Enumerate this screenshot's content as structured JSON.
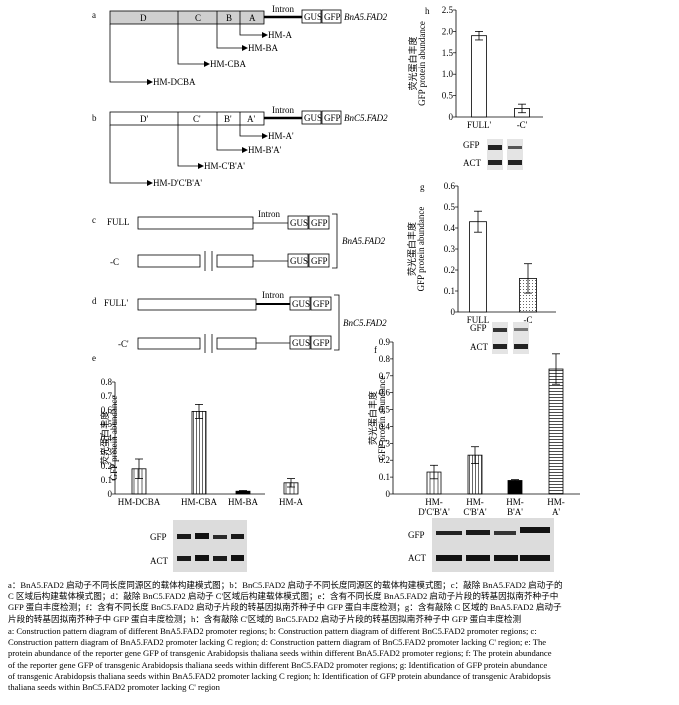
{
  "panel_letters": {
    "a": "a",
    "b": "b",
    "c": "c",
    "d": "d",
    "e": "e",
    "f": "f",
    "g": "g",
    "h": "h"
  },
  "panel_a": {
    "regions": [
      "D",
      "C",
      "B",
      "A"
    ],
    "intron": "Intron",
    "gus": "GUS",
    "gfp": "GFP",
    "promoter": "BnA5.FAD2",
    "constructs": [
      "HM-A",
      "HM-BA",
      "HM-CBA",
      "HM-DCBA"
    ]
  },
  "panel_b": {
    "regions": [
      "D'",
      "C'",
      "B'",
      "A'"
    ],
    "intron": "Intron",
    "gus": "GUS",
    "gfp": "GFP",
    "promoter": "BnC5.FAD2",
    "constructs": [
      "HM-A'",
      "HM-B'A'",
      "HM-C'B'A'",
      "HM-D'C'B'A'"
    ]
  },
  "panel_c": {
    "full": "FULL",
    "minus": "-C",
    "intron": "Intron",
    "gus": "GUS",
    "gfp": "GFP",
    "promoter": "BnA5.FAD2"
  },
  "panel_d": {
    "full": "FULL'",
    "minus": "-C'",
    "intron": "Intron",
    "gus": "GUS",
    "gfp": "GFP",
    "promoter": "BnC5.FAD2"
  },
  "ylabel_cn": "荧光蛋白丰度",
  "ylabel_en": "GFP protein abundance",
  "blot": {
    "gfp": "GFP",
    "act": "ACT"
  },
  "chart_data": [
    {
      "panel": "e",
      "type": "bar",
      "categories": [
        "HM-DCBA",
        "HM-CBA",
        "HM-BA",
        "HM-A"
      ],
      "values": [
        0.18,
        0.59,
        0.02,
        0.08
      ],
      "errors": [
        0.07,
        0.05,
        0.005,
        0.03
      ],
      "ylim": [
        0,
        0.8
      ],
      "yticks": [
        "0",
        "0.1",
        "0.2",
        "0.3",
        "0.4",
        "0.5",
        "0.6",
        "0.7",
        "0.8"
      ],
      "ylabel": "GFP protein abundance"
    },
    {
      "panel": "f",
      "type": "bar",
      "categories": [
        "HM-D'C'B'A'",
        "HM-C'B'A'",
        "HM-B'A'",
        "HM-A'"
      ],
      "values": [
        0.13,
        0.23,
        0.08,
        0.74
      ],
      "errors": [
        0.04,
        0.05,
        0.005,
        0.09
      ],
      "ylim": [
        0,
        0.9
      ],
      "yticks": [
        "0",
        "0.1",
        "0.2",
        "0.3",
        "0.4",
        "0.5",
        "0.6",
        "0.7",
        "0.8",
        "0.9"
      ],
      "ylabel": "GFP protein abundance"
    },
    {
      "panel": "g",
      "type": "bar",
      "categories": [
        "FULL",
        "-C"
      ],
      "values": [
        0.43,
        0.16
      ],
      "errors": [
        0.05,
        0.07
      ],
      "ylim": [
        0,
        0.6
      ],
      "yticks": [
        "0",
        "0.1",
        "0.2",
        "0.3",
        "0.4",
        "0.5",
        "0.6"
      ],
      "ylabel": "GFP protein abundance"
    },
    {
      "panel": "h",
      "type": "bar",
      "categories": [
        "FULL'",
        "-C'"
      ],
      "values": [
        1.9,
        0.2
      ],
      "errors": [
        0.1,
        0.1
      ],
      "ylim": [
        0,
        2.5
      ],
      "yticks": [
        "0",
        "0.5",
        "1.0",
        "1.5",
        "2.0",
        "2.5"
      ],
      "ylabel": "GFP protein abundance"
    }
  ],
  "caption_cn": [
    "a：BnA5.FAD2 启动子不同长度同源区的载体构建模式图；b：BnC5.FAD2 启动子不同长度同源区的载体构建模式图；c：敲除 BnA5.FAD2 启动子的",
    "C 区域后构建载体模式图；d：敲除 BnC5.FAD2 启动子 C'区域后构建载体模式图；e：含有不同长度 BnA5.FAD2 启动子片段的转基因拟南芥种子中",
    "GFP 蛋白丰度检测；f：含有不同长度 BnC5.FAD2 启动子片段的转基因拟南芥种子中 GFP 蛋白丰度检测；g：含有敲除 C 区域的 BnA5.FAD2 启动子",
    "片段的转基因拟南芥种子中 GFP 蛋白丰度检测；h：含有敲除 C'区域的 BnC5.FAD2 启动子片段的转基因拟南芥种子中 GFP 蛋白丰度检测"
  ],
  "caption_en": [
    "a: Construction pattern diagram of different BnA5.FAD2 promoter regions; b: Construction pattern diagram of different BnC5.FAD2 promoter regions; c:",
    "Construction pattern diagram of BnA5.FAD2 promoter lacking C region; d: Construction pattern diagram of BnC5.FAD2 promoter lacking C' region; e: The",
    "protein abundance of the reporter gene GFP of transgenic Arabidopsis thaliana seeds within different BnA5.FAD2 promoter regions; f: The protein abundance",
    "of the reporter gene GFP of transgenic Arabidopsis thaliana seeds within different BnC5.FAD2 promoter regions; g: Identification of GFP protein abundance",
    "of transgenic Arabidopsis thaliana seeds within BnA5.FAD2 promoter lacking C region; h: Identification of GFP protein abundance of transgenic Arabidopsis",
    "thaliana seeds within BnC5.FAD2 promoter lacking C' region"
  ]
}
